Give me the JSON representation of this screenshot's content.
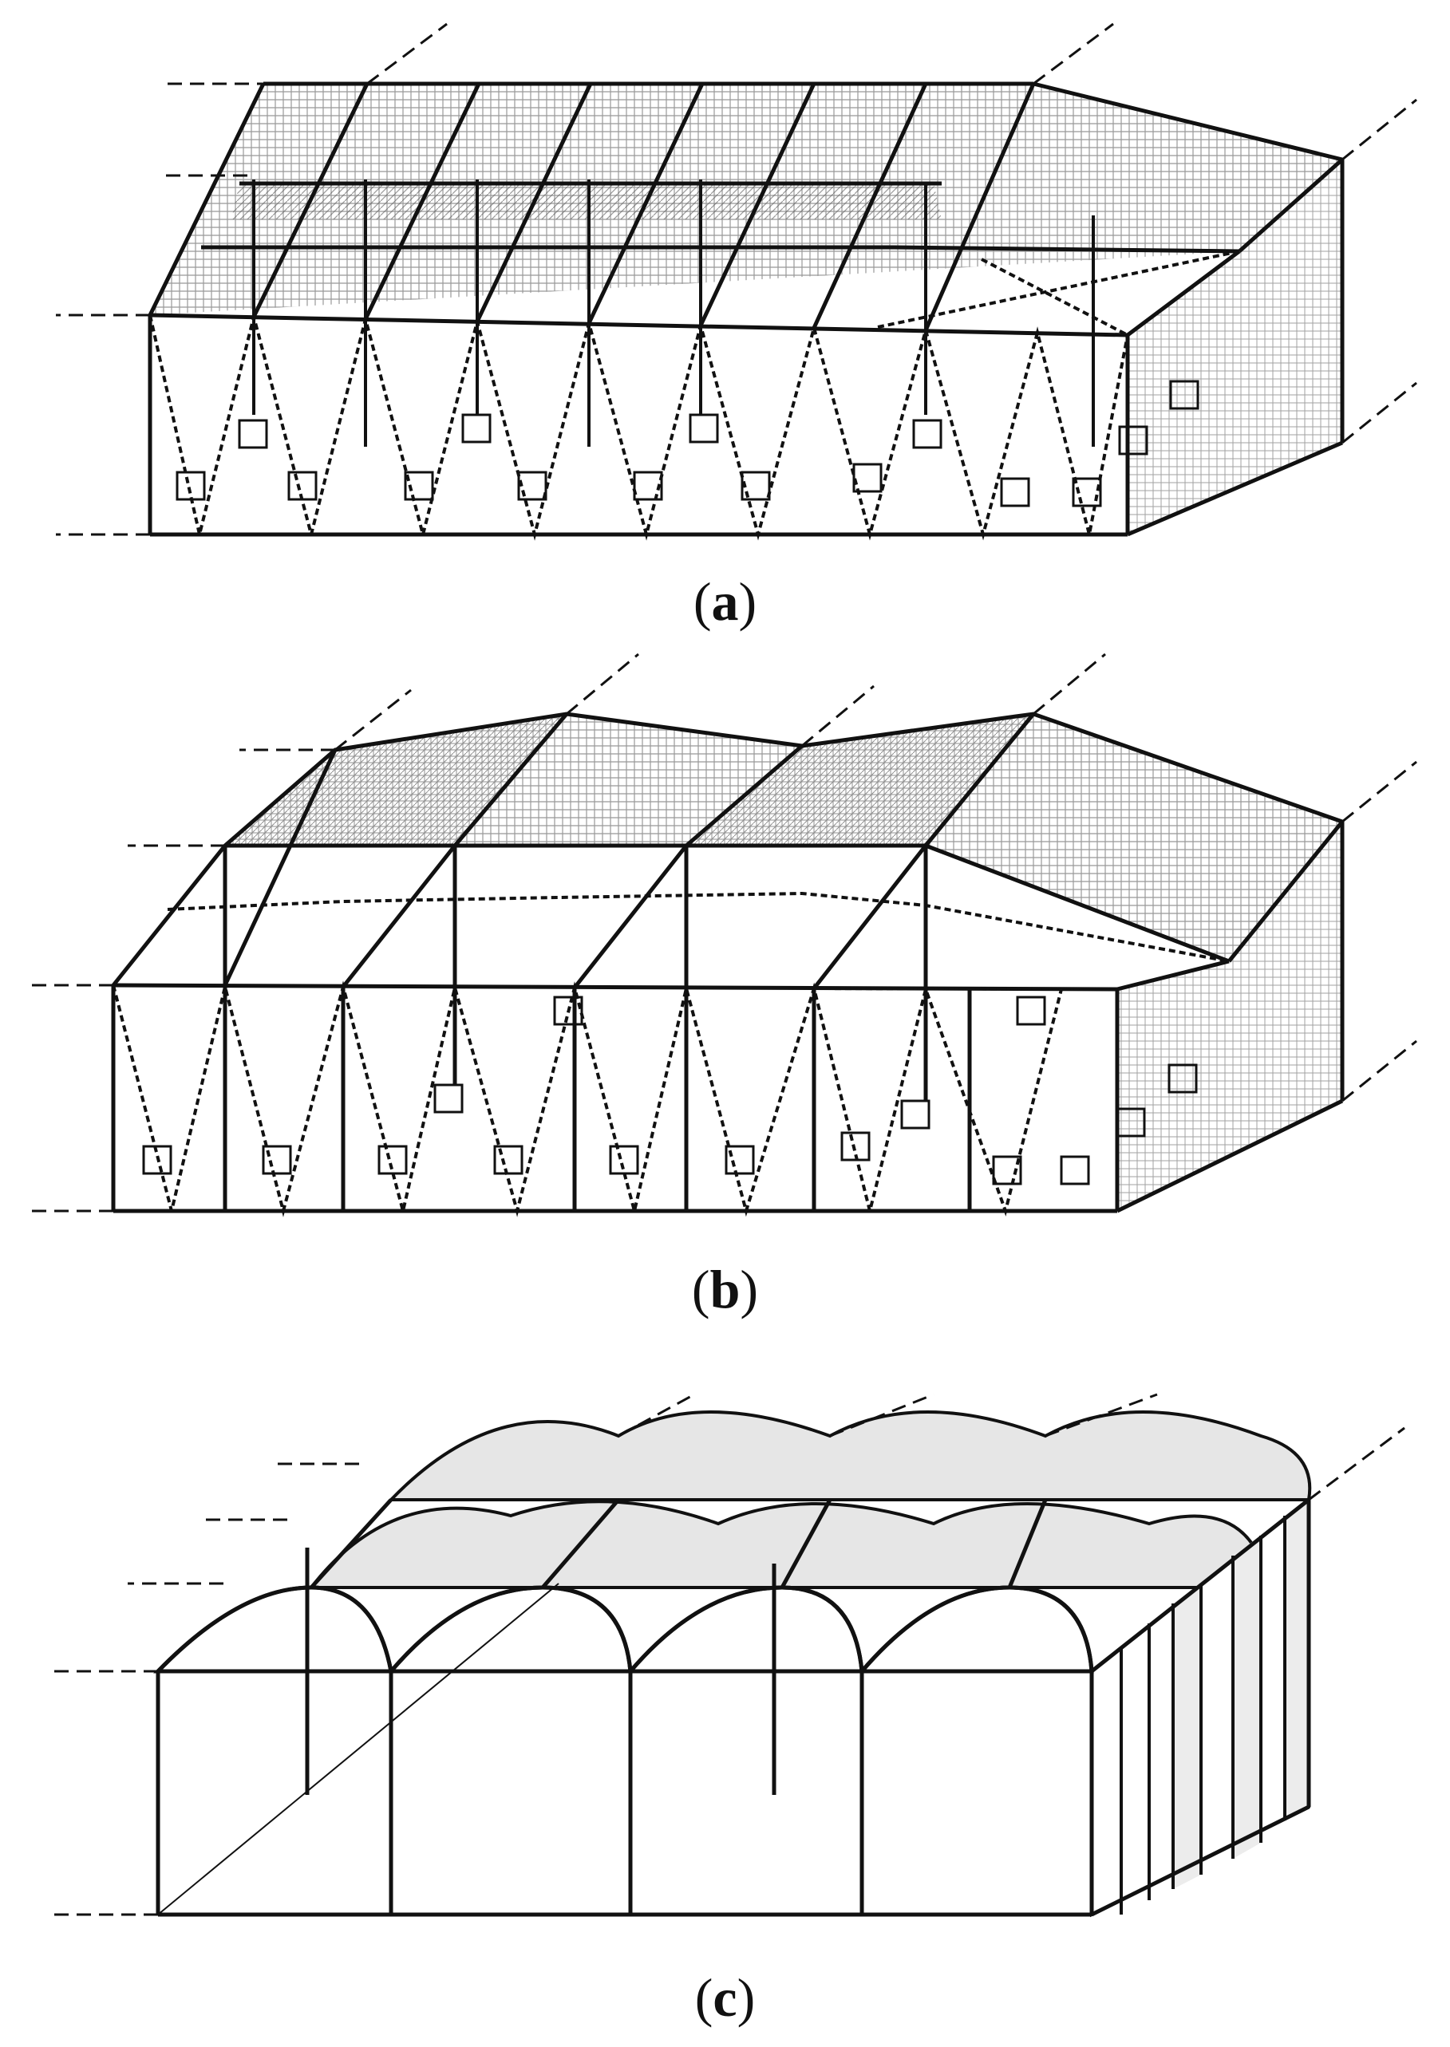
{
  "figure": {
    "panels": [
      {
        "id": "a",
        "label": "a"
      },
      {
        "id": "b",
        "label": "b"
      },
      {
        "id": "c",
        "label": "c"
      }
    ]
  },
  "colors": {
    "line": "#111111",
    "roof_fill": "#e6e6e6",
    "side_fill": "#ececec",
    "background": "#ffffff"
  }
}
